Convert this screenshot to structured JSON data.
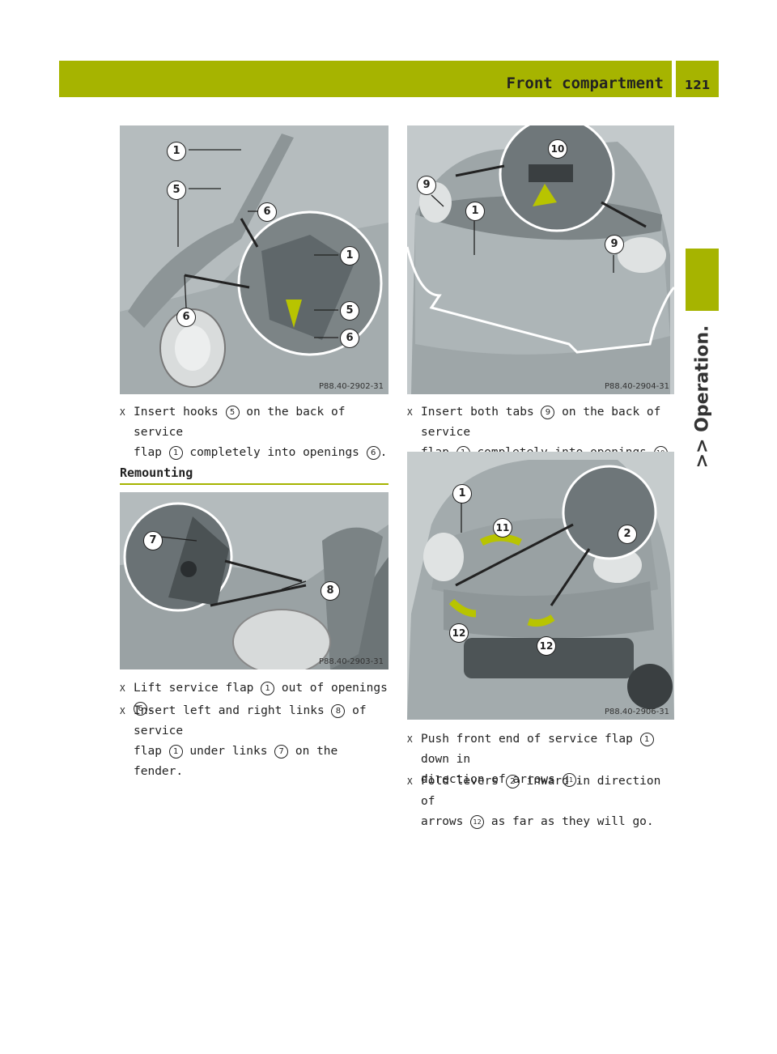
{
  "header": {
    "title": "Front compartment",
    "page_number": "121"
  },
  "side_tab": {
    "label": ">> Operation."
  },
  "figures": {
    "f1": {
      "ref": "P88.40-2902-31",
      "callouts": [
        "1",
        "5",
        "6",
        "1",
        "5",
        "6",
        "6"
      ]
    },
    "f2": {
      "ref": "P88.40-2904-31",
      "callouts": [
        "10",
        "9",
        "1",
        "9"
      ]
    },
    "f3": {
      "ref": "P88.40-2903-31",
      "callouts": [
        "7",
        "8"
      ]
    },
    "f4": {
      "ref": "P88.40-2906-31",
      "callouts": [
        "1",
        "11",
        "2",
        "12",
        "12"
      ]
    }
  },
  "left": {
    "step1": {
      "a": "Insert hooks",
      "n1": "5",
      "b": "on the back of service",
      "c": "flap",
      "n2": "1",
      "d": "completely into openings",
      "n3": "6",
      "e": "."
    },
    "heading": "Remounting",
    "step2": {
      "a": "Lift service flap",
      "n1": "1",
      "b": "out of openings",
      "n2": "6",
      "c": "."
    },
    "step3": {
      "a": "Insert left and right links",
      "n1": "8",
      "b": "of service",
      "c": "flap",
      "n2": "1",
      "d": "under links",
      "n3": "7",
      "e": "on the fender."
    }
  },
  "right": {
    "step1": {
      "a": "Insert both tabs",
      "n1": "9",
      "b": "on the back of service",
      "c": "flap",
      "n2": "1",
      "d": "completely into openings",
      "n3": "10",
      "e": "."
    },
    "step2": {
      "a": "Push front end of service flap",
      "n1": "1",
      "b": "down in",
      "c": "direction of arrows",
      "n2": "11",
      "d": "."
    },
    "step3": {
      "a": "Fold levers",
      "n1": "2",
      "b": "inward in direction of",
      "c": "arrows",
      "n2": "12",
      "d": "as far as they will go."
    }
  },
  "bullet_symbol": "X"
}
